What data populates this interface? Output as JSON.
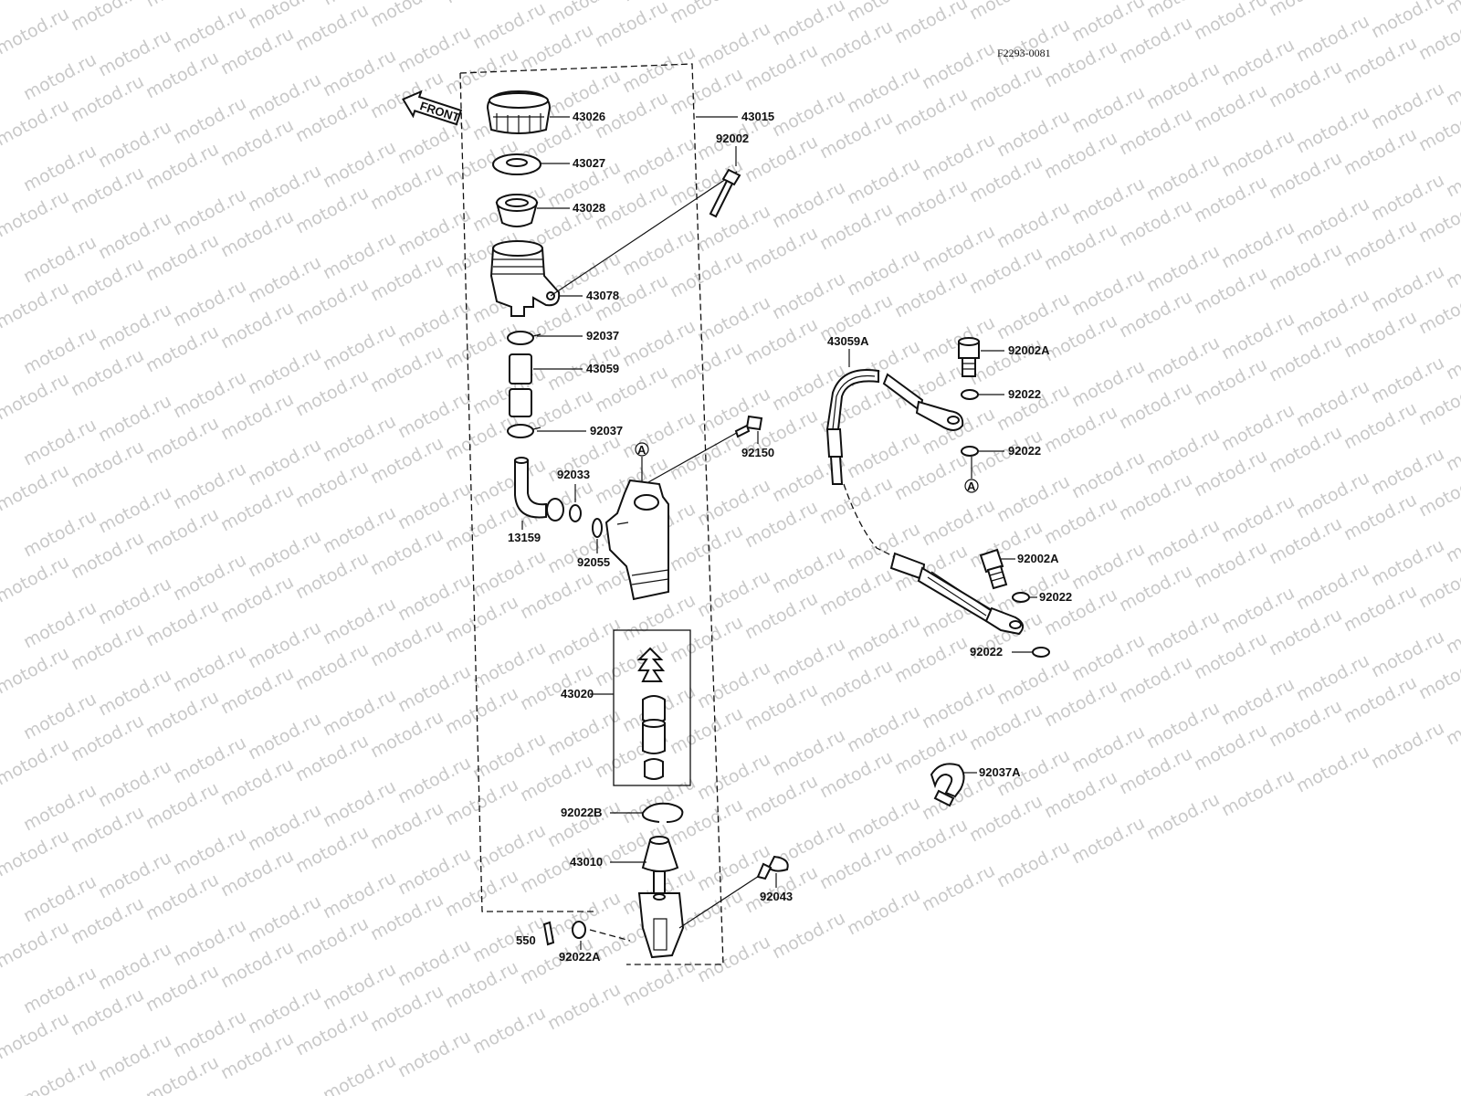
{
  "diagram_code": "F2293-0081",
  "front_arrow": "FRONT",
  "watermark": "motod.ru",
  "ref_marker": "A",
  "labels": {
    "l43026": "43026",
    "l43015": "43015",
    "l43027": "43027",
    "l92002": "92002",
    "l43028": "43028",
    "l43078": "43078",
    "l92037a": "92037",
    "l43059": "43059",
    "l92037b": "92037",
    "l92150": "92150",
    "l92033": "92033",
    "l13159": "13159",
    "l92055": "92055",
    "l43020": "43020",
    "l92022B": "92022B",
    "l43010": "43010",
    "l92043": "92043",
    "l550": "550",
    "l92022A": "92022A",
    "l43059A": "43059A",
    "l92002A_top": "92002A",
    "l92022_1": "92022",
    "l92022_2": "92022",
    "l92002A_low": "92002A",
    "l92022_3": "92022",
    "l92022_4": "92022",
    "l92037A": "92037A"
  }
}
